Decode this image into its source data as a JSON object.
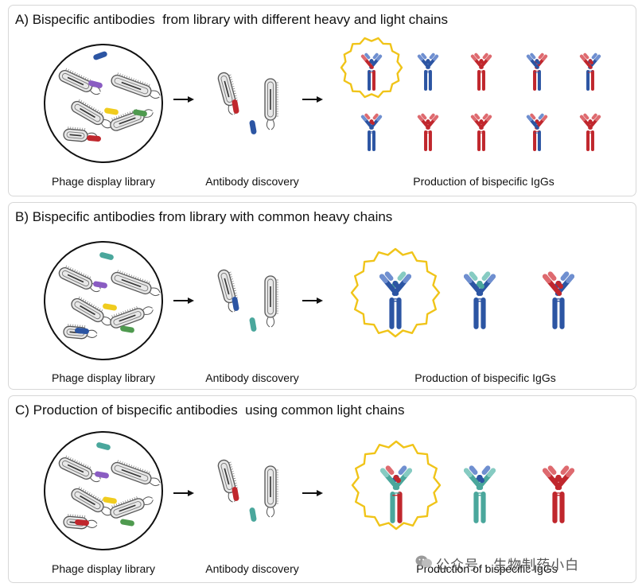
{
  "colors": {
    "blue": "#2c55a3",
    "blue_light": "#6f8fd0",
    "red": "#c0272d",
    "red_light": "#de6a6f",
    "teal": "#4aa79c",
    "teal_light": "#86cbc2",
    "purple": "#8a5cc2",
    "yellow": "#f0cc1e",
    "green": "#4f9a4f",
    "highlight": "#f0c419",
    "phage_gray": "#bdbdbd",
    "frame_border": "#d7d7d7"
  },
  "panels": [
    {
      "title": "A) Bispecific antibodies  from library with different heavy and light chains",
      "captions": {
        "library": "Phage display library",
        "discovery": "Antibody discovery",
        "production": "Production of bispecific IgGs"
      }
    },
    {
      "title": "B) Bispecific antibodies from library with common heavy chains",
      "captions": {
        "library": "Phage display library",
        "discovery": "Antibody discovery",
        "production": "Production of bispecific IgGs"
      }
    },
    {
      "title": "C) Production of bispecific antibodies  using common light chains",
      "captions": {
        "library": "Phage display library",
        "discovery": "Antibody discovery",
        "production": "Production of bispecific IgGs"
      }
    }
  ],
  "icons": {
    "arrow": "right-arrow-icon",
    "phage": "phage-particle-icon",
    "antibody": "igg-antibody-icon",
    "highlight": "starburst-highlight-icon",
    "watermark": "wechat-icon"
  },
  "watermark": {
    "text": "公众号 · 生物制药小白"
  }
}
